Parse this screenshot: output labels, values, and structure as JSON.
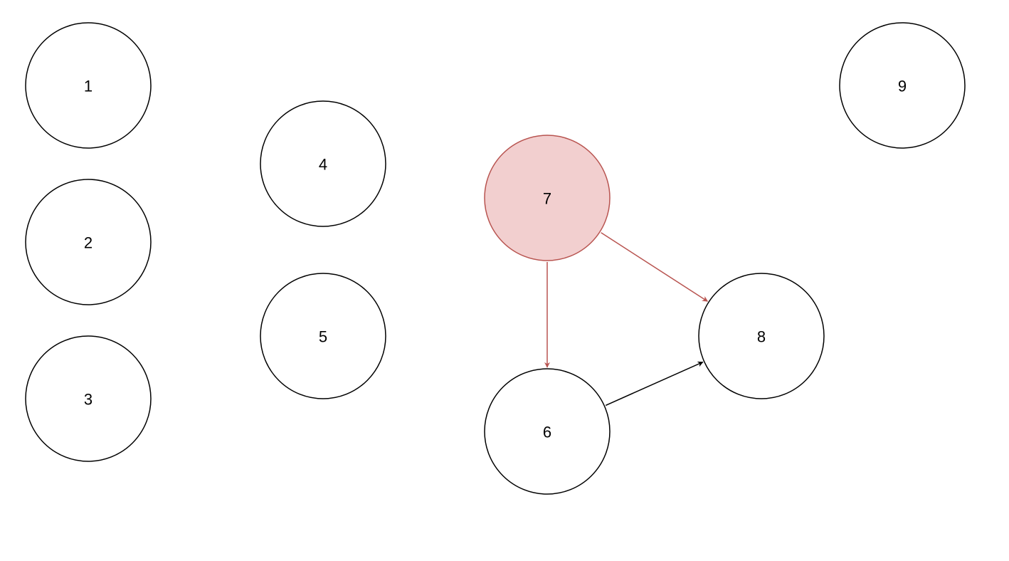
{
  "diagram": {
    "nodes": [
      {
        "id": "n1",
        "label": "1",
        "highlighted": false
      },
      {
        "id": "n2",
        "label": "2",
        "highlighted": false
      },
      {
        "id": "n3",
        "label": "3",
        "highlighted": false
      },
      {
        "id": "n4",
        "label": "4",
        "highlighted": false
      },
      {
        "id": "n5",
        "label": "5",
        "highlighted": false
      },
      {
        "id": "n6",
        "label": "6",
        "highlighted": false
      },
      {
        "id": "n7",
        "label": "7",
        "highlighted": true
      },
      {
        "id": "n8",
        "label": "8",
        "highlighted": false
      },
      {
        "id": "n9",
        "label": "9",
        "highlighted": false
      }
    ],
    "edges": [
      {
        "from": "7",
        "to": "6",
        "highlighted": true
      },
      {
        "from": "7",
        "to": "8",
        "highlighted": true
      },
      {
        "from": "6",
        "to": "8",
        "highlighted": false
      }
    ]
  },
  "colors": {
    "node_stroke": "#000000",
    "node_fill": "#ffffff",
    "highlight_stroke": "#b85450",
    "highlight_fill": "#f2cfcf",
    "edge_default": "#000000",
    "edge_highlight": "#b85450"
  }
}
